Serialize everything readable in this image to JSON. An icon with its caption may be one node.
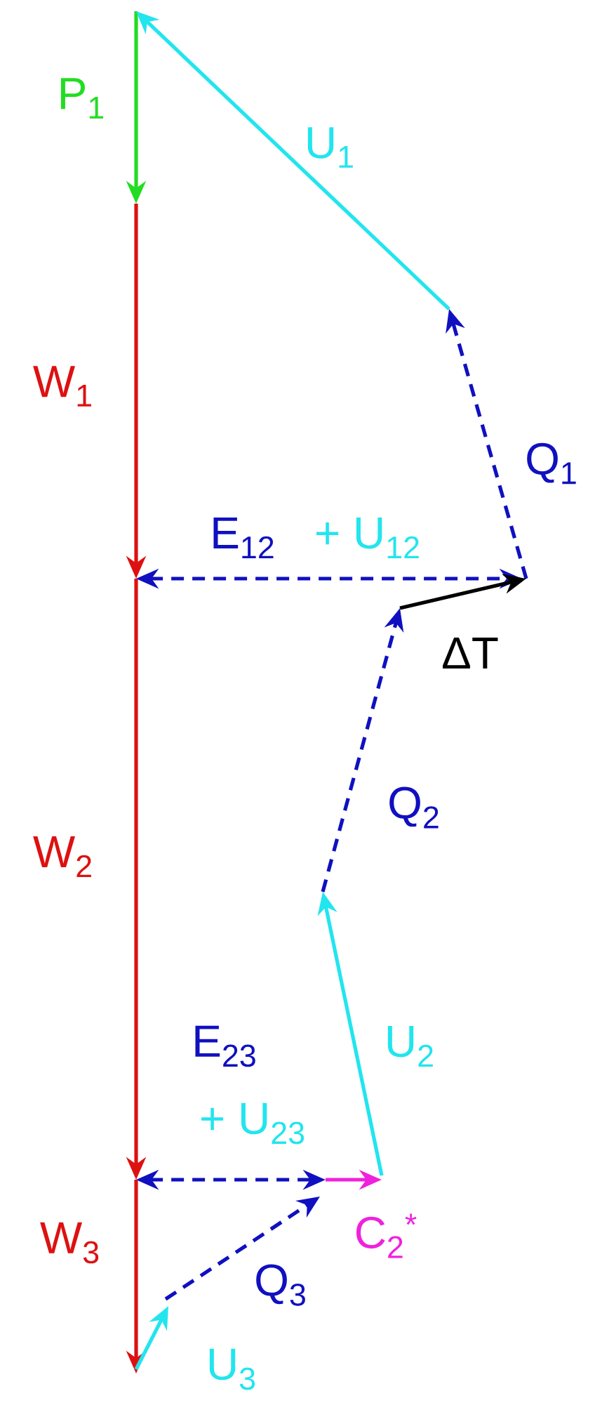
{
  "diagram": {
    "labels": [
      "P$_{1}$",
      "U$_{1}$",
      "W$_{1}$",
      "Q$_{1}$",
      "E$_{12}$",
      "+ U$_{12}$",
      "ΔT",
      "Q$_{2}$",
      "W$_{2}$",
      "U$_{2}$",
      "E$_{23}$",
      "+ U$_{23}$",
      "W$_{3}$",
      "C$_{2}$$^{*}$",
      "Q$_{3}$",
      "U$_{3}$"
    ]
  }
}
